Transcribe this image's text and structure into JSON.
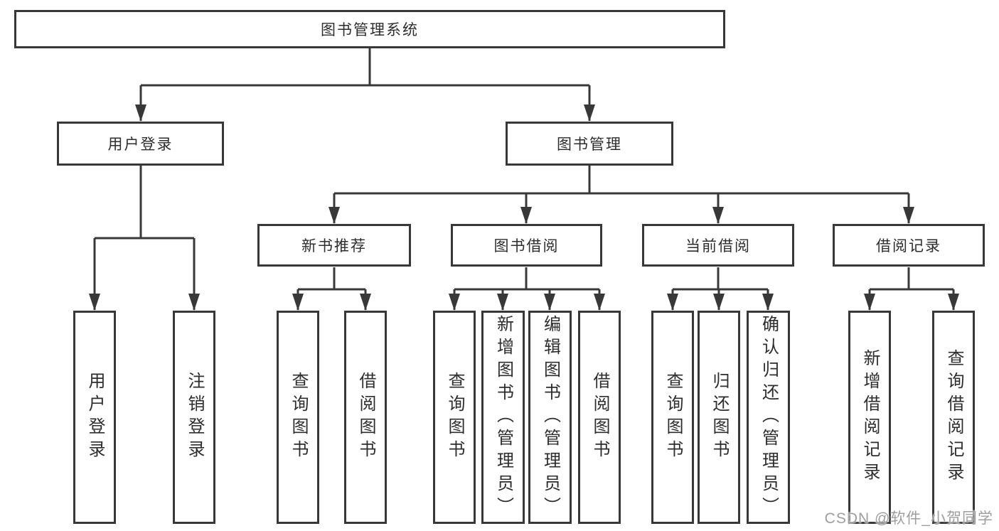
{
  "colors": {
    "background": "#ffffff",
    "line": "#383838",
    "box_border": "#383838",
    "text": "#2d2d2d",
    "watermark": "#9e9e9e"
  },
  "tree": {
    "label": "图书管理系统",
    "children": [
      {
        "label": "用户登录",
        "children": [
          {
            "label": "用户登录"
          },
          {
            "label": "注销登录"
          }
        ]
      },
      {
        "label": "图书管理",
        "children": [
          {
            "label": "新书推荐",
            "children": [
              {
                "label": "查询图书"
              },
              {
                "label": "借阅图书"
              }
            ]
          },
          {
            "label": "图书借阅",
            "children": [
              {
                "label": "查询图书"
              },
              {
                "label": "新增图书（管理员）"
              },
              {
                "label": "编辑图书（管理员）"
              },
              {
                "label": "借阅图书"
              }
            ]
          },
          {
            "label": "当前借阅",
            "children": [
              {
                "label": "查询图书"
              },
              {
                "label": "归还图书"
              },
              {
                "label": "确认归还（管理员）"
              }
            ]
          },
          {
            "label": "借阅记录",
            "children": [
              {
                "label": "新增借阅记录"
              },
              {
                "label": "查询借阅记录"
              }
            ]
          }
        ]
      }
    ]
  },
  "watermark": {
    "text": "CSDN @软件_小贺同学"
  }
}
